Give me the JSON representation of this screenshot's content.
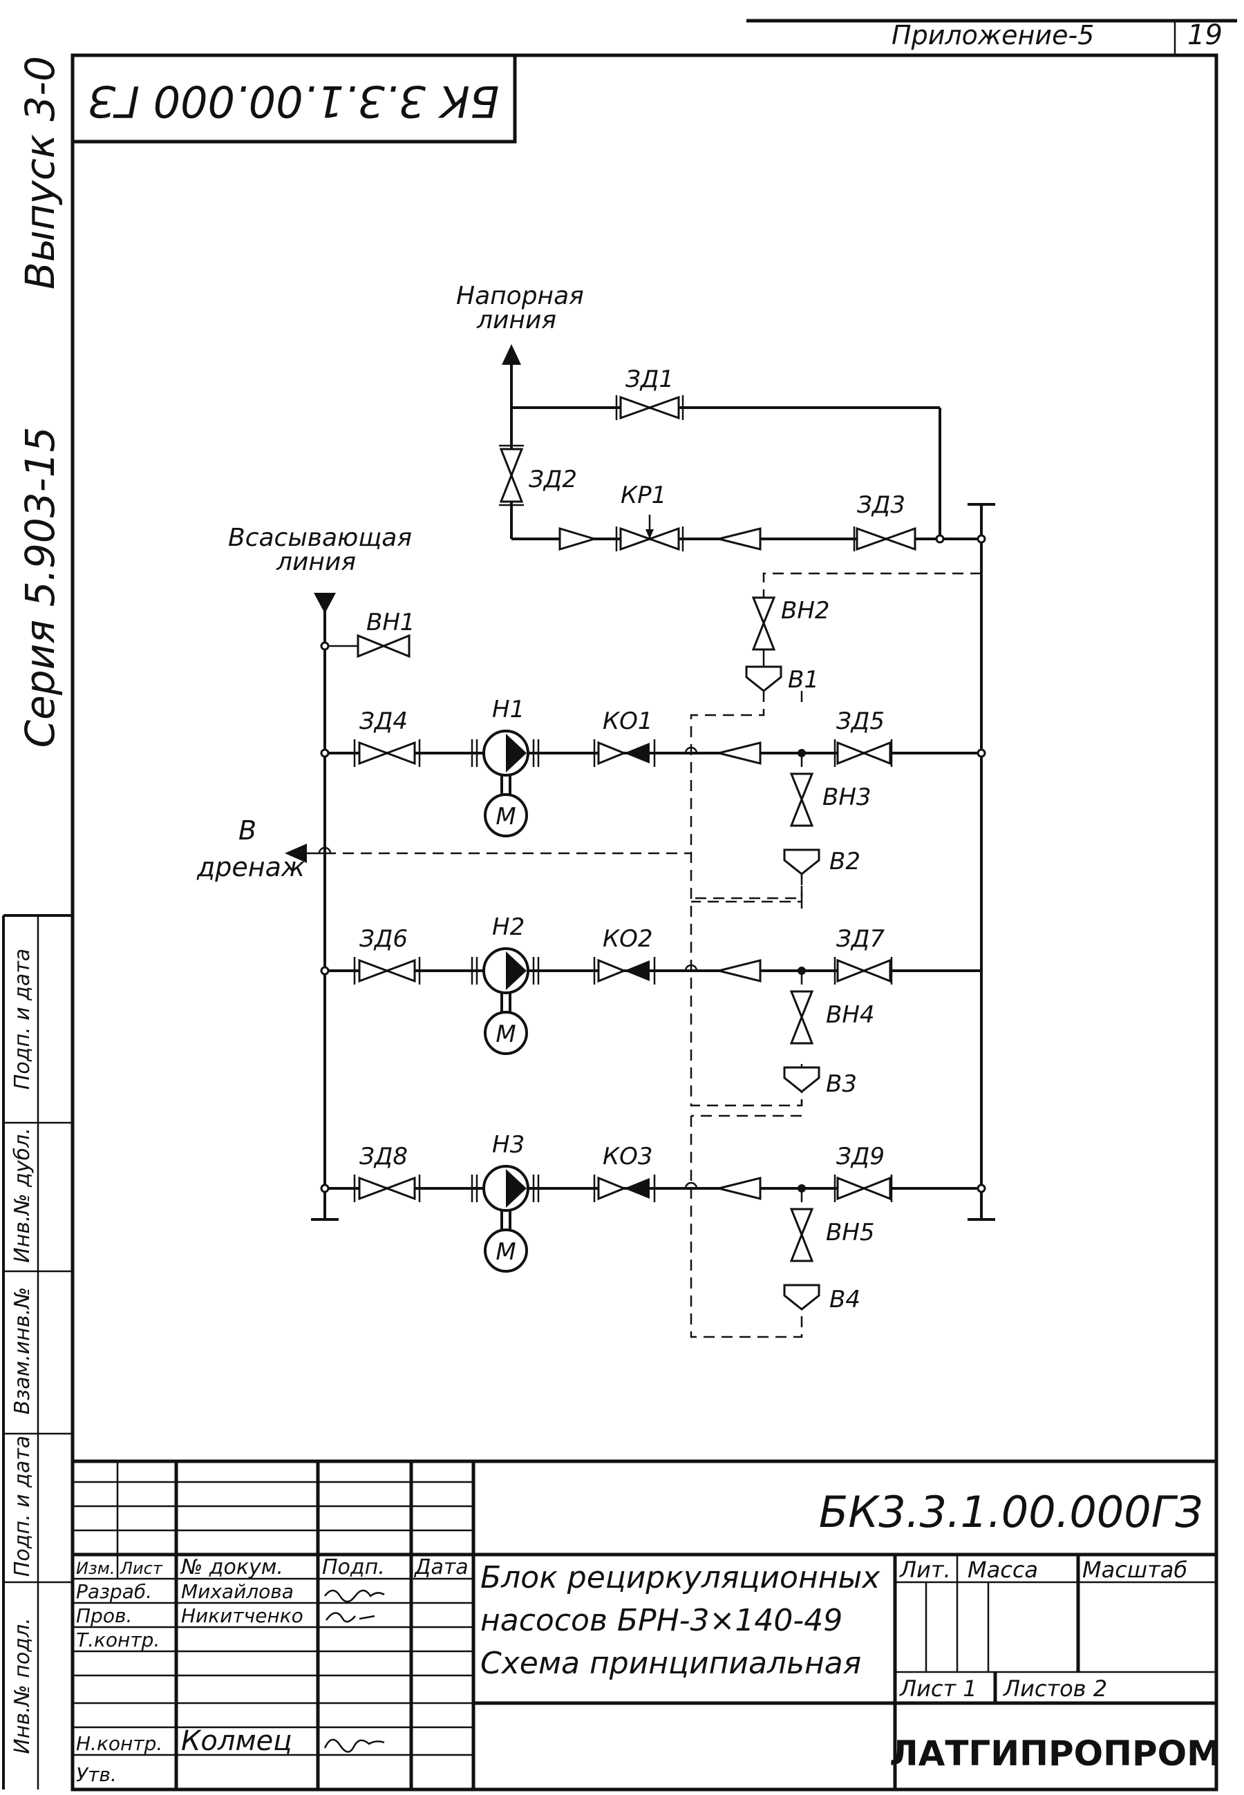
{
  "header": {
    "appendix": "Приложение-5",
    "sheet_no": "19",
    "code_rotated": "БК 3.3.1.00.000 ГЗ"
  },
  "margin_labels": {
    "issue": "Выпуск 3-0",
    "series": "Серия 5.903-15",
    "stamp_fields": [
      "Инв.№ подл.",
      "Подп. и дата",
      "Взам.инв.№",
      "Инв.№ дубл.",
      "Подп. и дата"
    ]
  },
  "diagram": {
    "lines": {
      "pressure_a": "Напорная",
      "pressure_b": "линия",
      "suction_a": "Всасывающая",
      "suction_b": "линия",
      "drain_a": "В",
      "drain_b": "дренаж"
    },
    "valves": {
      "zd1": "ЗД1",
      "zd2": "ЗД2",
      "zd3": "ЗД3",
      "kr1": "КР1",
      "vn1": "ВН1",
      "vn2": "ВН2",
      "vn3": "ВН3",
      "vn4": "ВН4",
      "vn5": "ВН5",
      "v1": "В1",
      "v2": "В2",
      "v3": "В3",
      "v4": "В4"
    },
    "rows": [
      {
        "valve_in": "ЗД4",
        "pump": "Н1",
        "check": "КО1",
        "valve_out": "ЗД5",
        "motor": "М"
      },
      {
        "valve_in": "ЗД6",
        "pump": "Н2",
        "check": "КО2",
        "valve_out": "ЗД7",
        "motor": "М"
      },
      {
        "valve_in": "ЗД8",
        "pump": "Н3",
        "check": "КО3",
        "valve_out": "ЗД9",
        "motor": "М"
      }
    ]
  },
  "title_block": {
    "doc_code": "БК3.3.1.00.000ГЗ",
    "headers": {
      "izm": "Изм.",
      "list": "Лист",
      "doc_no": "№ докум.",
      "sign": "Подп.",
      "date": "Дата"
    },
    "roles": [
      {
        "role": "Разраб.",
        "name": "Михайлова"
      },
      {
        "role": "Пров.",
        "name": "Никитченко"
      },
      {
        "role": "Т.контр.",
        "name": ""
      },
      {
        "role": "Н.контр.",
        "name": "Колмец"
      },
      {
        "role": "Утв.",
        "name": ""
      }
    ],
    "title_line1": "Блок рециркуляционных",
    "title_line2": "насосов БРН-3×140-49",
    "title_line3": "Схема принципиальная",
    "lit": "Лит.",
    "mass": "Масса",
    "scale": "Масштаб",
    "sheet": "Лист 1",
    "sheets": "Листов 2",
    "org": "ЛАТГИПРОПРОМ"
  }
}
